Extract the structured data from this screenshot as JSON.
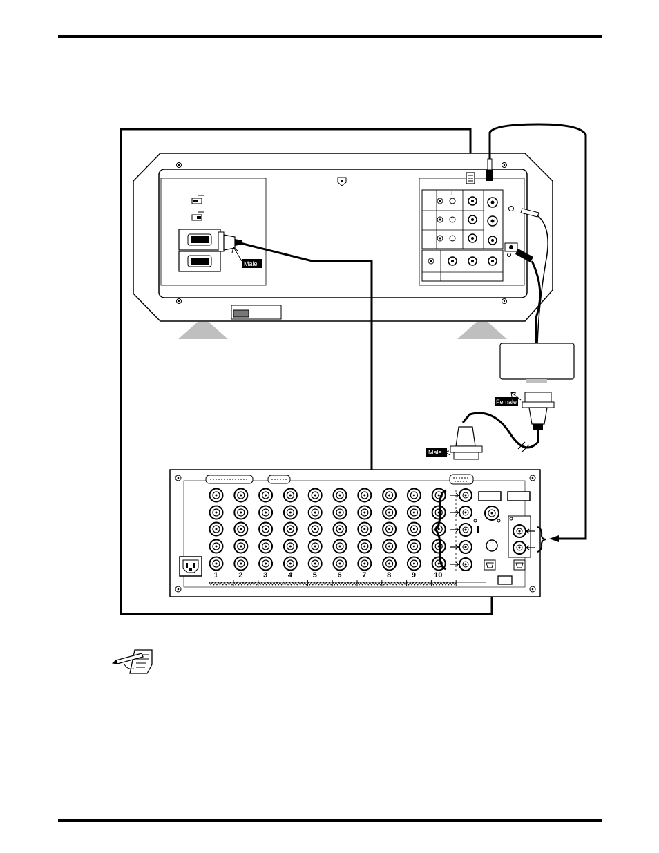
{
  "diagram": {
    "connector_labels": {
      "monitor_vga": "Male",
      "adapter_cable_top": "Female",
      "adapter_cable_bottom": "Male"
    },
    "channel_numbers": [
      "1",
      "2",
      "3",
      "4",
      "5",
      "6",
      "7",
      "8",
      "9",
      "10"
    ],
    "audio_label": "L",
    "colors": {
      "line": "#000000",
      "panel_fill": "#ffffff",
      "stand_fill": "#bfbfbf",
      "panel_shade": "#d9d9d9"
    },
    "icons": [
      "note-pencil-icon",
      "screw-icon",
      "power-socket-icon"
    ]
  }
}
